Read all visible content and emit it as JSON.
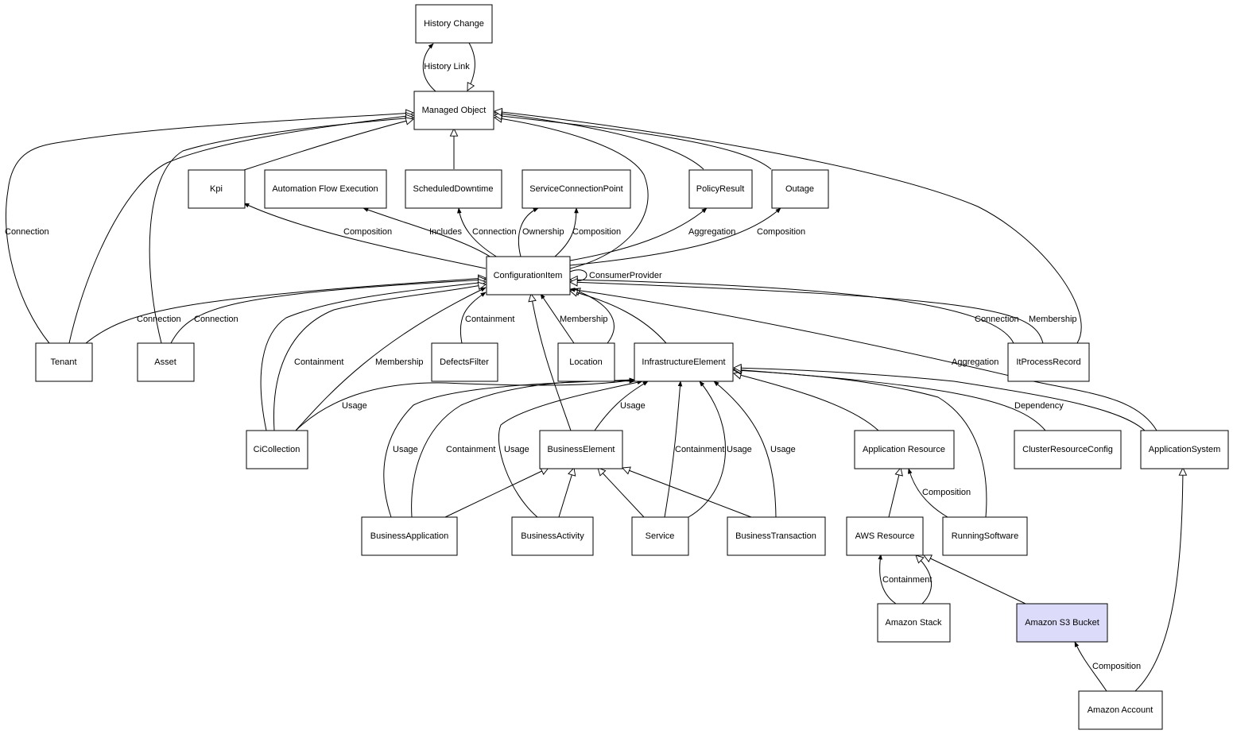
{
  "diagram": {
    "colors": {
      "node_fill": "#ffffff",
      "highlight_fill": "#dcdcfa",
      "stroke": "#000000"
    },
    "nodes": {
      "history_change": "History Change",
      "managed_object": "Managed Object",
      "kpi": "Kpi",
      "automation_flow_execution": "Automation Flow Execution",
      "scheduled_downtime": "ScheduledDowntime",
      "service_connection_point": "ServiceConnectionPoint",
      "policy_result": "PolicyResult",
      "outage": "Outage",
      "configuration_item": "ConfigurationItem",
      "tenant": "Tenant",
      "asset": "Asset",
      "defects_filter": "DefectsFilter",
      "location": "Location",
      "infrastructure_element": "InfrastructureElement",
      "it_process_record": "ItProcessRecord",
      "ci_collection": "CiCollection",
      "business_element": "BusinessElement",
      "application_resource": "Application Resource",
      "cluster_resource_config": "ClusterResourceConfig",
      "application_system": "ApplicationSystem",
      "business_application": "BusinessApplication",
      "business_activity": "BusinessActivity",
      "service": "Service",
      "business_transaction": "BusinessTransaction",
      "aws_resource": "AWS Resource",
      "running_software": "RunningSoftware",
      "amazon_stack": "Amazon Stack",
      "amazon_s3_bucket": "Amazon S3 Bucket",
      "amazon_account": "Amazon Account"
    },
    "edge_labels": {
      "history_link": "History Link",
      "tenant_mo_connection": "Connection",
      "ci_kpi_composition": "Composition",
      "ci_afe_includes": "Includes",
      "ci_sd_connection": "Connection",
      "ci_scp_ownership": "Ownership",
      "ci_scp_composition": "Composition",
      "ci_pr_aggregation": "Aggregation",
      "ci_outage_composition": "Composition",
      "ci_self_consumer_provider": "ConsumerProvider",
      "tenant_ci_connection": "Connection",
      "asset_ci_connection": "Connection",
      "df_ci_containment": "Containment",
      "location_ci_membership": "Membership",
      "itpr_ci_connection": "Connection",
      "itpr_ci_membership": "Membership",
      "cic_ci_containment": "Containment",
      "cic_ci_membership": "Membership",
      "as_ci_aggregation": "Aggregation",
      "cic_ie_usage": "Usage",
      "be_ie_usage": "Usage",
      "crc_ie_dependency": "Dependency",
      "ba_ie_usage": "Usage",
      "ba_ie_containment": "Containment",
      "bact_ie_usage": "Usage",
      "svc_ie_containment": "Containment",
      "svc_ie_usage": "Usage",
      "bt_ie_usage": "Usage",
      "rs_ar_composition": "Composition",
      "stack_aws_containment": "Containment",
      "acct_s3_composition": "Composition"
    }
  }
}
